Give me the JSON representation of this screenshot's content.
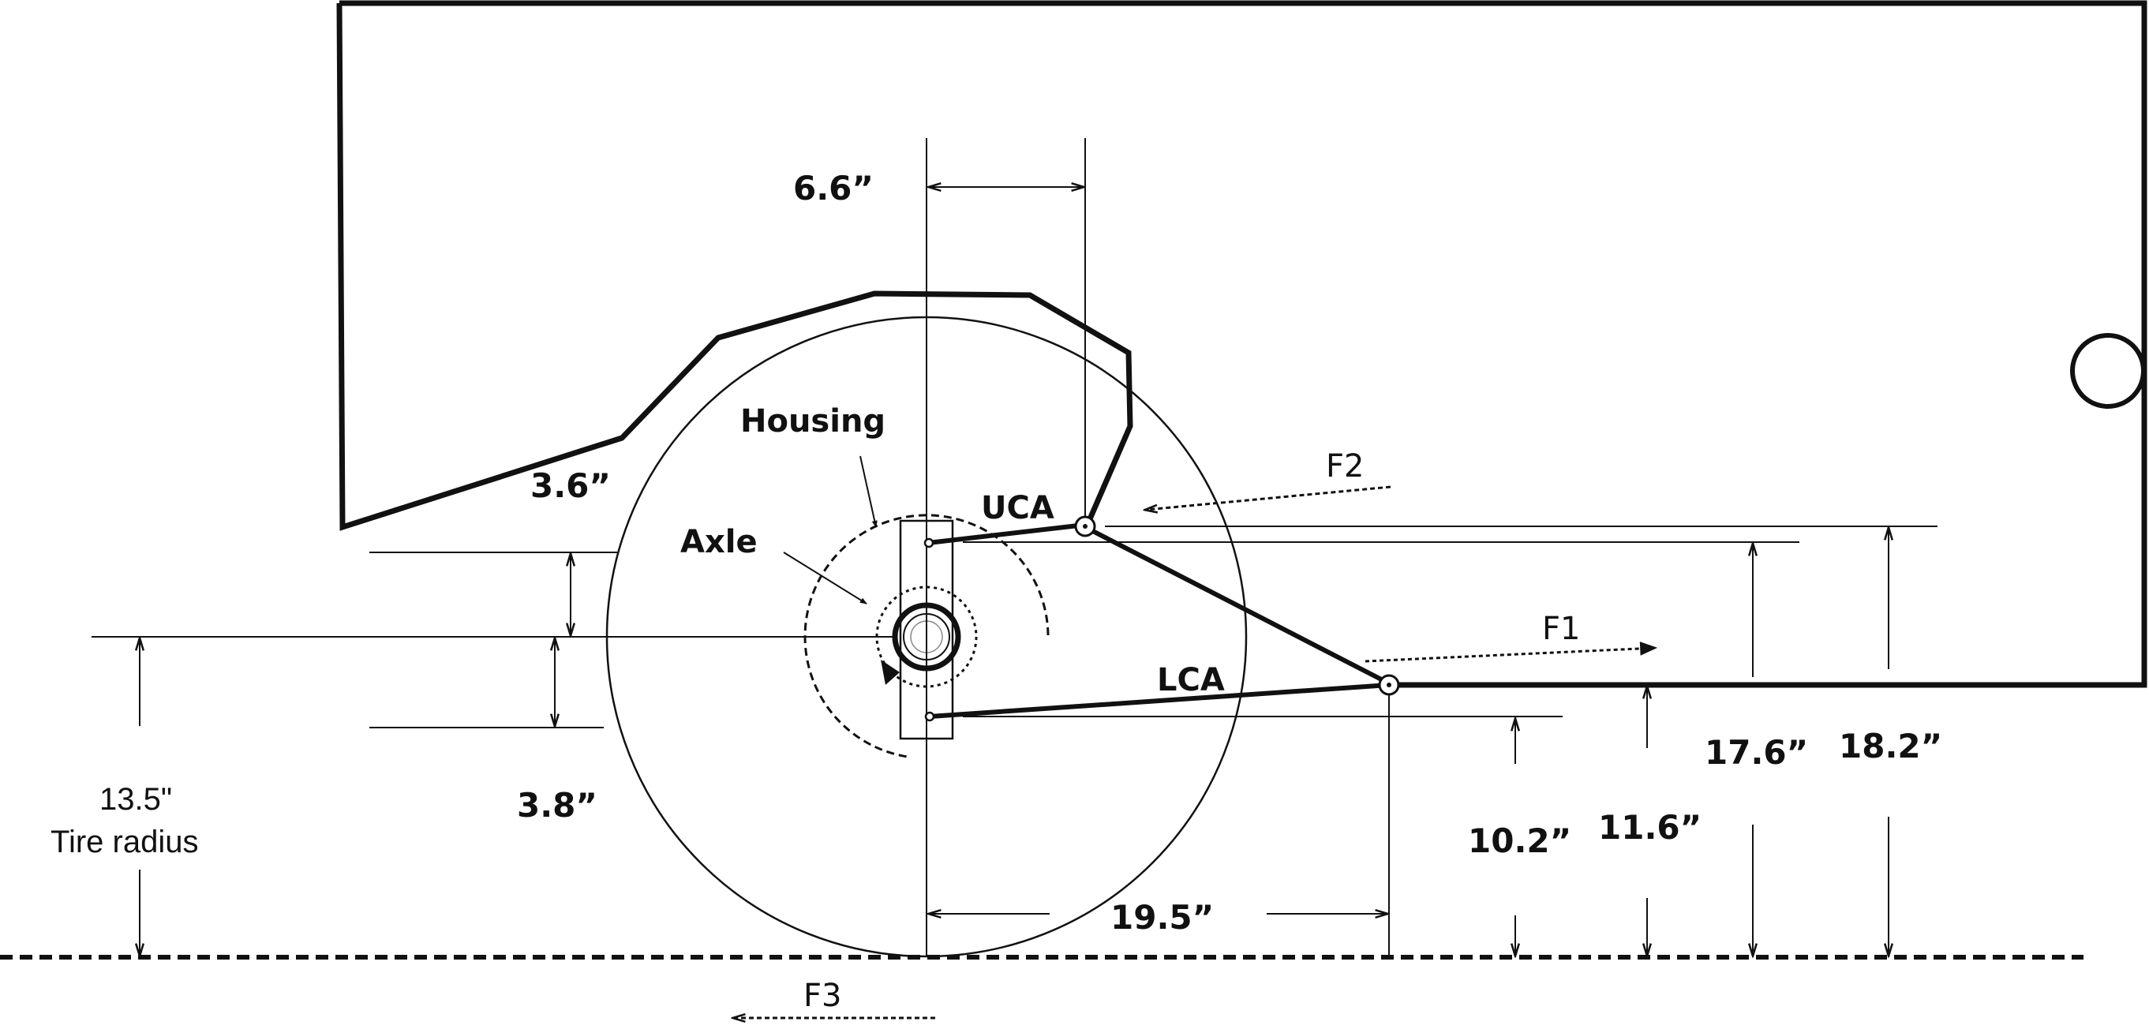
{
  "labels": {
    "housing": "Housing",
    "axle": "Axle",
    "uca": "UCA",
    "lca": "LCA",
    "f1": "F1",
    "f2": "F2",
    "f3": "F3"
  },
  "dimensions": {
    "uca_horizontal": "6.6”",
    "fender_offset": "3.6”",
    "lower_offset": "3.8”",
    "lca_length": "19.5”",
    "lca_chassis_height": "10.2”",
    "lca_mount_height": "11.6”",
    "uca_mount_height": "17.6”",
    "uca_chassis_height": "18.2”",
    "tire_radius_value": "13.5\"",
    "tire_radius_label": "Tire radius"
  },
  "colors": {
    "line": "#111111",
    "background": "#ffffff"
  }
}
